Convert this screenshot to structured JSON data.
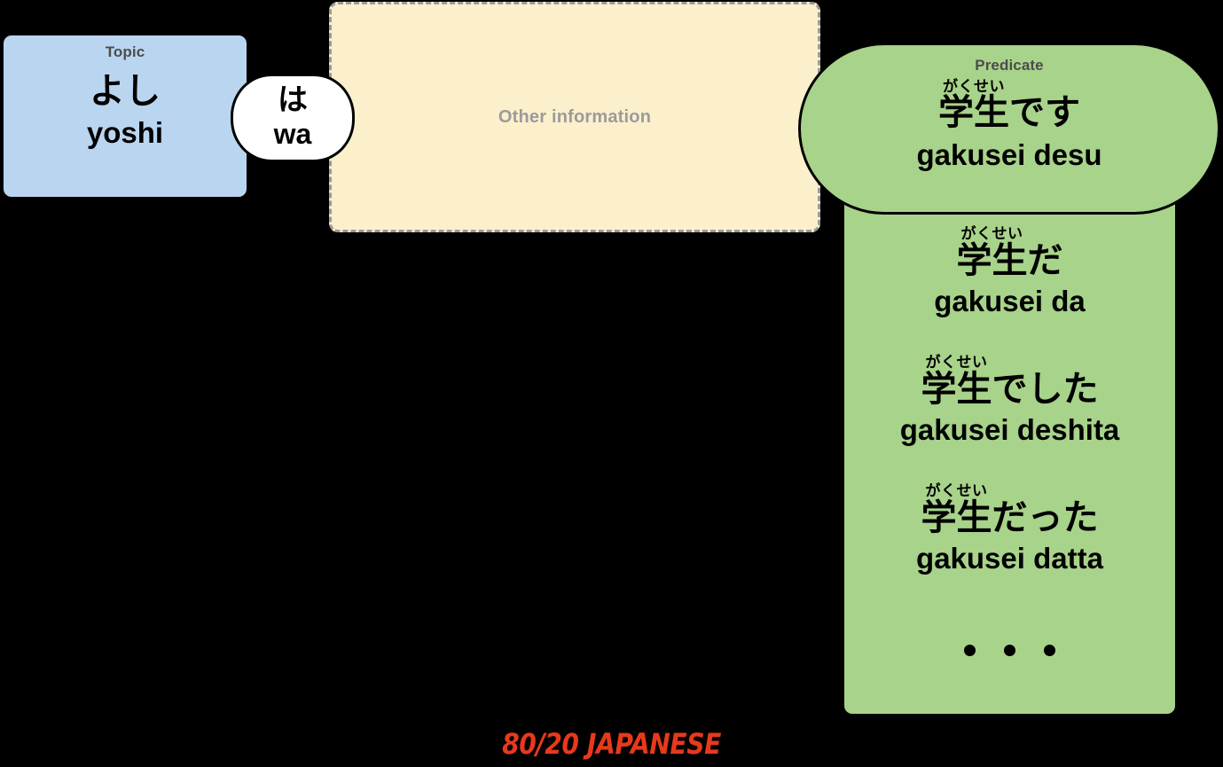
{
  "diagram": {
    "background_color": "#000000",
    "topic": {
      "label": "Topic",
      "japanese": "よし",
      "romaji": "yoshi",
      "fill_color": "#bad5ef"
    },
    "particle": {
      "japanese": "は",
      "romaji": "wa",
      "fill_color": "#ffffff",
      "border_color": "#000000"
    },
    "other_information": {
      "label": "Other information",
      "fill_color": "#fcefcc",
      "border_color": "#9a9a9a",
      "border_style": "dashed",
      "text_color": "#9b9b9b"
    },
    "predicate": {
      "label": "Predicate",
      "fill_color": "#a8d38a",
      "border_color": "#000000",
      "main": {
        "furigana": "がくせい",
        "kanji": "学生",
        "kana_tail": "です",
        "romaji": "gakusei desu"
      },
      "variants": [
        {
          "furigana": "がくせい",
          "kanji": "学生",
          "kana_tail": "だ",
          "romaji": "gakusei da"
        },
        {
          "furigana": "がくせい",
          "kanji": "学生",
          "kana_tail": "でした",
          "romaji": "gakusei deshita"
        },
        {
          "furigana": "がくせい",
          "kanji": "学生",
          "kana_tail": "だった",
          "romaji": "gakusei datta"
        }
      ],
      "ellipsis_dots": 3
    },
    "watermark": {
      "text": "80/20 JAPANESE",
      "color": "#e8391b"
    }
  }
}
